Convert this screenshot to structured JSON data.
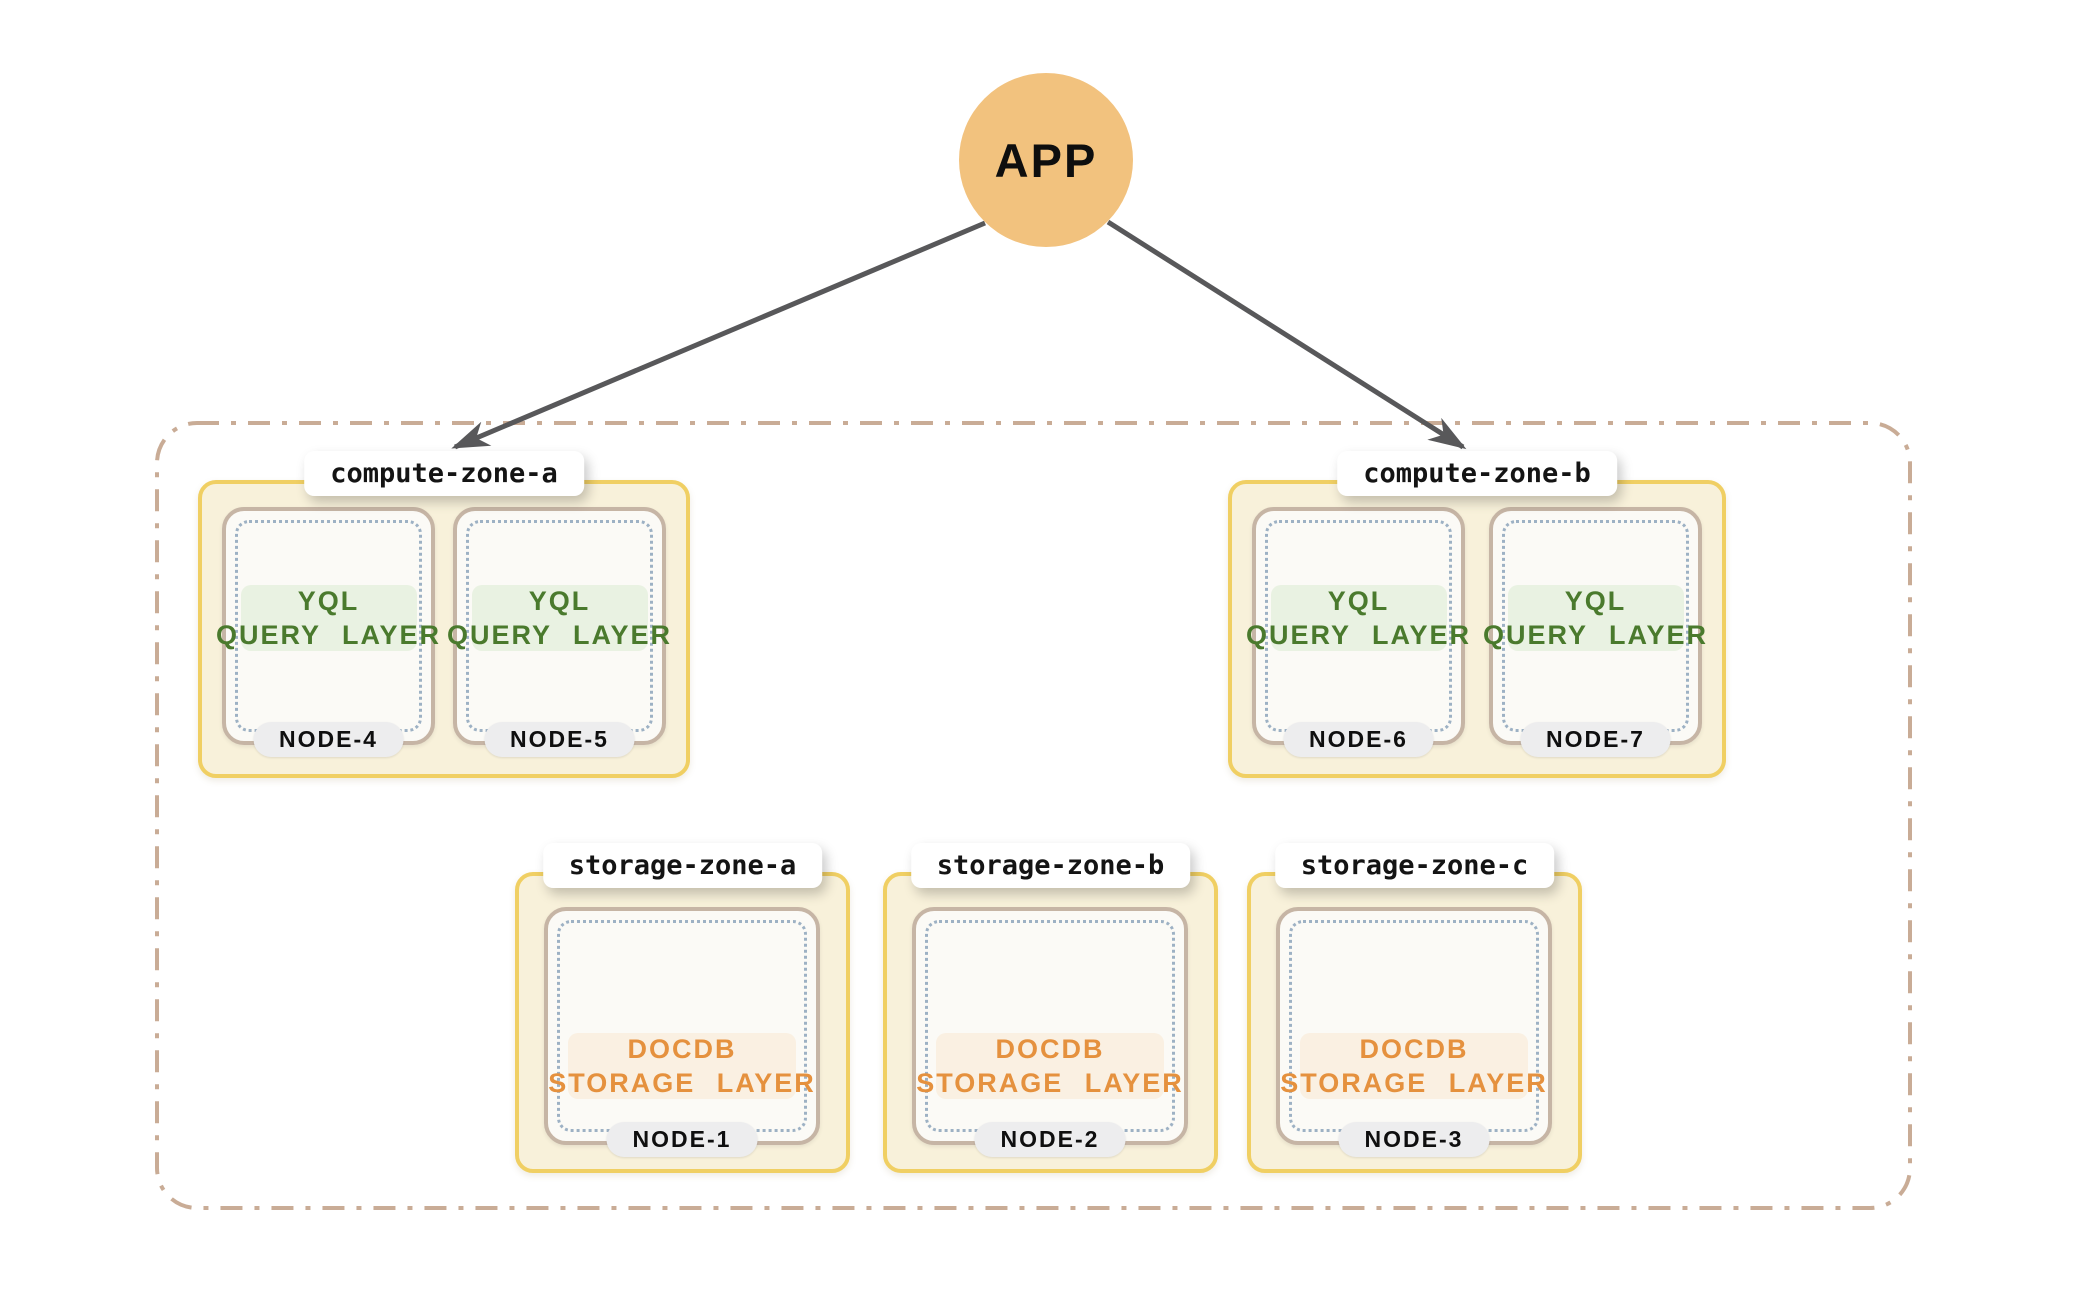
{
  "app": {
    "label": "APP"
  },
  "colors": {
    "app_circle": "#f2c27e",
    "arrow": "#58585a",
    "cluster_boundary": "#c9ac96",
    "zone_fill": "#f8f1da",
    "zone_border": "#f0cf63",
    "node_fill": "#fbfaf6",
    "node_border": "#c6b5a5",
    "node_dotted_border": "#9db1c4",
    "yql_text": "#4a7a2d",
    "yql_bg": "#e9f2e2",
    "docdb_text": "#e5913e",
    "docdb_bg": "#faf0e2",
    "node_badge_bg": "#ededee",
    "zone_label_bg": "#ffffff"
  },
  "cluster": {
    "compute_zones": [
      {
        "label": "compute-zone-a",
        "nodes": [
          {
            "id": "NODE-4",
            "layer": {
              "line1": "YQL",
              "line2": "QUERY LAYER"
            }
          },
          {
            "id": "NODE-5",
            "layer": {
              "line1": "YQL",
              "line2": "QUERY LAYER"
            }
          }
        ]
      },
      {
        "label": "compute-zone-b",
        "nodes": [
          {
            "id": "NODE-6",
            "layer": {
              "line1": "YQL",
              "line2": "QUERY LAYER"
            }
          },
          {
            "id": "NODE-7",
            "layer": {
              "line1": "YQL",
              "line2": "QUERY LAYER"
            }
          }
        ]
      }
    ],
    "storage_zones": [
      {
        "label": "storage-zone-a",
        "nodes": [
          {
            "id": "NODE-1",
            "layer": {
              "line1": "DOCDB",
              "line2": "STORAGE LAYER"
            }
          }
        ]
      },
      {
        "label": "storage-zone-b",
        "nodes": [
          {
            "id": "NODE-2",
            "layer": {
              "line1": "DOCDB",
              "line2": "STORAGE LAYER"
            }
          }
        ]
      },
      {
        "label": "storage-zone-c",
        "nodes": [
          {
            "id": "NODE-3",
            "layer": {
              "line1": "DOCDB",
              "line2": "STORAGE LAYER"
            }
          }
        ]
      }
    ]
  }
}
